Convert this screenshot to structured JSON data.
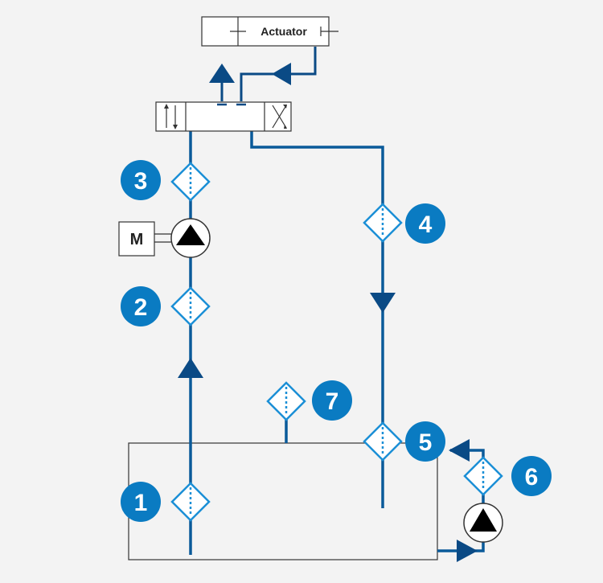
{
  "actuator": {
    "label": "Actuator"
  },
  "motor": {
    "label": "M"
  },
  "filter_numbers": [
    "1",
    "2",
    "3",
    "4",
    "5",
    "6",
    "7"
  ],
  "colors": {
    "background": "#f3f3f3",
    "pipe": "#0a5a99",
    "arrow": "#0a4a85",
    "filter_outline": "#1b8fd6",
    "badge": "#0a7bc2"
  },
  "icons": {
    "filter": "filter-diamond-icon",
    "pump": "pump-icon",
    "motor": "motor-icon",
    "valve": "directional-valve-icon",
    "actuator": "actuator-cylinder-icon",
    "flow_arrow": "flow-arrow-icon"
  }
}
